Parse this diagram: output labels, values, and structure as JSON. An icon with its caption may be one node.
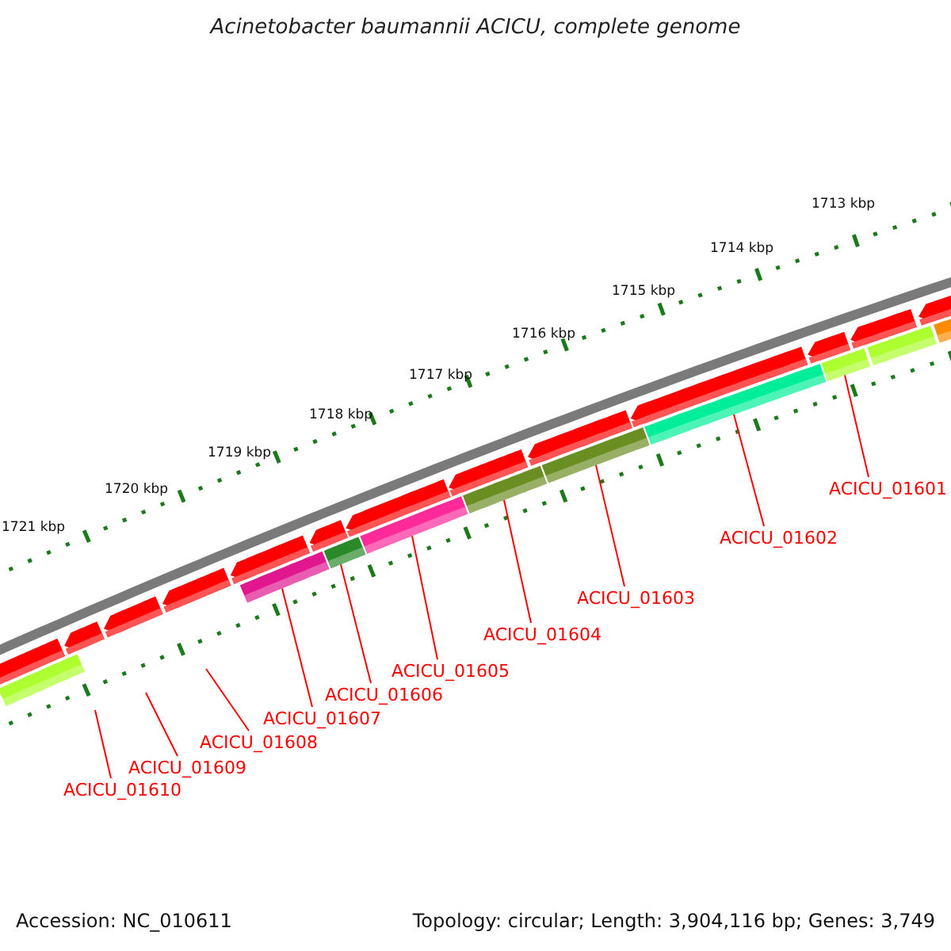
{
  "diagram": {
    "title": "Acinetobacter baumannii ACICU, complete genome",
    "nodes": [
      {
        "text": [
          "ACICU_01601"
        ]
      },
      {
        "text": [
          "ACICU_01602"
        ]
      },
      {
        "text": [
          "ACICU_01603"
        ]
      },
      {
        "text": [
          "ACICU_01604"
        ]
      },
      {
        "text": [
          "ACICU_01605"
        ]
      },
      {
        "text": [
          "ACICU_01606"
        ]
      },
      {
        "text": [
          "ACICU_01607"
        ]
      },
      {
        "text": [
          "ACICU_01608"
        ]
      },
      {
        "text": [
          "ACICU_01609"
        ]
      },
      {
        "text": [
          "ACICU_01610"
        ]
      },
      {
        "text": [],
        "shape": "bar"
      },
      {
        "text": [],
        "shape": "bar"
      },
      {
        "text": [],
        "shape": "bar"
      },
      {
        "text": [],
        "shape": "bar"
      },
      {
        "text": [],
        "shape": "bar"
      },
      {
        "text": [],
        "shape": "bar"
      },
      {
        "text": [],
        "shape": "bar"
      }
    ],
    "edges": [
      {
        "from": 0,
        "to": 16,
        "arrow": "none"
      },
      {
        "from": 1,
        "to": 15,
        "arrow": "none"
      },
      {
        "from": 2,
        "to": 14,
        "arrow": "none"
      },
      {
        "from": 3,
        "to": 13,
        "arrow": "none"
      },
      {
        "from": 4,
        "to": 12,
        "arrow": "none"
      },
      {
        "from": 5,
        "to": 11,
        "arrow": "none"
      },
      {
        "from": 6,
        "to": 10,
        "arrow": "none"
      },
      {
        "from": 7,
        "to": null,
        "arrow": "none"
      },
      {
        "from": 8,
        "to": null,
        "arrow": "none"
      },
      {
        "from": 9,
        "to": null,
        "arrow": "none"
      }
    ],
    "labels": [
      "1713 kbp",
      "1714 kbp",
      "1715 kbp",
      "1716 kbp",
      "1717 kbp",
      "1718 kbp",
      "1719 kbp",
      "1720 kbp",
      "1721 kbp",
      "Accession: NC_010611",
      "Topology: circular; Length: 3,904,116 bp; Genes: 3,749"
    ]
  }
}
